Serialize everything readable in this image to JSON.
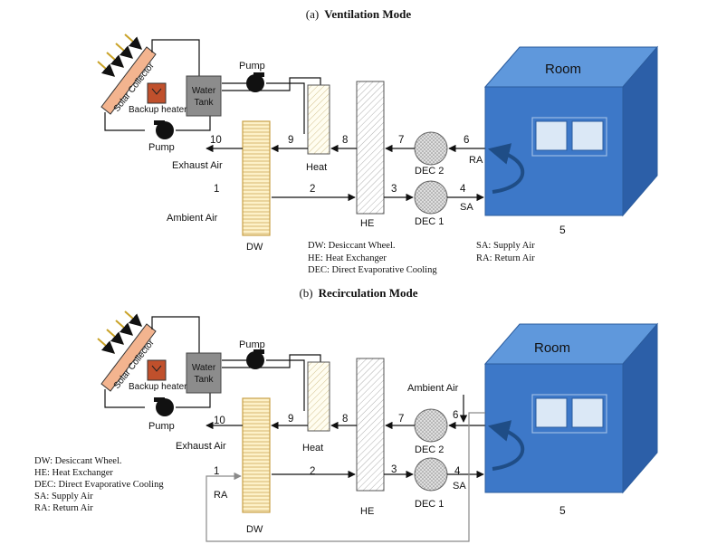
{
  "panels": [
    {
      "title_prefix": "(a)",
      "title_main": "Ventilation Mode",
      "room": "Room",
      "room_number": "5",
      "solar_collector": "Solar Collector",
      "backup_heater": "Backup heater",
      "water_tank_1": "Water",
      "water_tank_2": "Tank",
      "pump_top": "Pump",
      "pump_bottom": "Pump",
      "heat": "Heat",
      "he": "HE",
      "dw": "DW",
      "dec1": "DEC 1",
      "dec2": "DEC 2",
      "exhaust_air": "Exhaust Air",
      "ambient_air": "Ambient Air",
      "ra": "RA",
      "sa": "SA",
      "points": [
        "1",
        "2",
        "3",
        "4",
        "6",
        "7",
        "8",
        "9",
        "10"
      ],
      "legend_left": [
        "DW: Desiccant Wheel.",
        "HE: Heat Exchanger",
        "DEC: Direct Evaporative Cooling"
      ],
      "legend_right": [
        "SA: Supply Air",
        "RA: Return Air"
      ]
    },
    {
      "title_prefix": "(b)",
      "title_main": "Recirculation Mode",
      "room": "Room",
      "room_number": "5",
      "solar_collector": "Solar Collector",
      "backup_heater": "Backup heater",
      "water_tank_1": "Water",
      "water_tank_2": "Tank",
      "pump_top": "Pump",
      "pump_bottom": "Pump",
      "heat": "Heat",
      "he": "HE",
      "dw": "DW",
      "dec1": "DEC 1",
      "dec2": "DEC 2",
      "exhaust_air": "Exhaust Air",
      "ambient_air": "Ambient Air",
      "ra": "RA",
      "sa": "SA",
      "points": [
        "1",
        "2",
        "3",
        "4",
        "6",
        "7",
        "8",
        "9",
        "10"
      ],
      "legend": [
        "DW: Desiccant Wheel.",
        "HE: Heat Exchanger",
        "DEC: Direct Evaporative Cooling",
        "SA: Supply Air",
        "RA: Return Air"
      ]
    }
  ],
  "colors": {
    "room_front": "#3d78c8",
    "room_top": "#5f98dc",
    "room_side": "#2c5fa8",
    "window": "#dbe8f6",
    "arrow_room": "#1f4d86",
    "collector": "#f3b48f",
    "heater": "#c0502c",
    "tank": "#8c8c8c",
    "dw_fill": "#fdf1c8",
    "dw_stroke": "#c8a048",
    "recirc_line": "#8a8a8a"
  }
}
